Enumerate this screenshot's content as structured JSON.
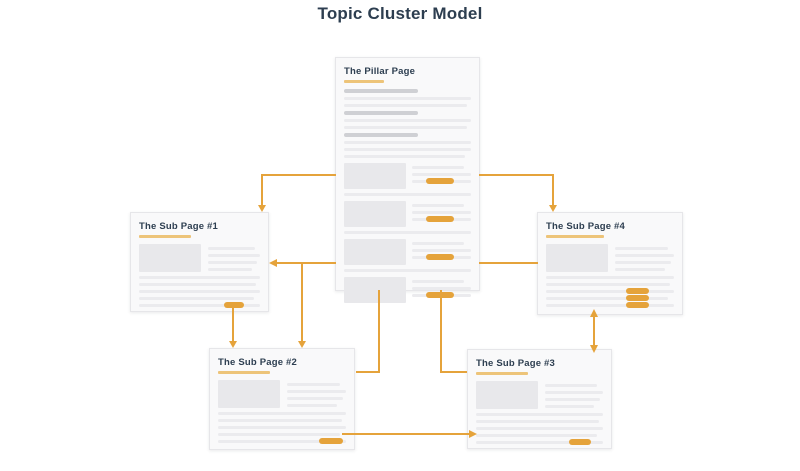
{
  "page": {
    "title": "Topic Cluster Model"
  },
  "colors": {
    "accent_orange": "#e5a33b",
    "heading_navy": "#2d3e50",
    "card_background": "#f9f9fa",
    "skeleton_line_gray": "#ebebee",
    "skeleton_dark_gray": "#cfd0d4"
  },
  "cards": {
    "pillar": {
      "title": "The Pillar Page"
    },
    "sub1": {
      "title": "The Sub Page #1"
    },
    "sub2": {
      "title": "The Sub Page #2"
    },
    "sub3": {
      "title": "The Sub Page #3"
    },
    "sub4": {
      "title": "The Sub Page #4"
    }
  },
  "connections": [
    {
      "from": "pillar-left",
      "to": "sub1-top",
      "type": "arrow"
    },
    {
      "from": "pillar-right",
      "to": "sub4-top",
      "type": "arrow"
    },
    {
      "from": "pillar-left",
      "to": "sub1-right",
      "type": "arrow"
    },
    {
      "from": "pillar-left",
      "to": "sub2-top",
      "type": "arrow"
    },
    {
      "from": "pillar-right",
      "to": "sub4-left",
      "type": "line"
    },
    {
      "from": "pillar-bottom",
      "to": "sub2-right",
      "type": "line"
    },
    {
      "from": "pillar-bottom",
      "to": "sub3-left",
      "type": "line"
    },
    {
      "from": "sub1-bottom",
      "to": "sub2-top",
      "type": "arrow"
    },
    {
      "from": "sub2-button",
      "to": "sub3-left",
      "type": "arrow"
    },
    {
      "from": "sub3-top",
      "to": "sub4-bottom",
      "type": "double-arrow"
    }
  ]
}
